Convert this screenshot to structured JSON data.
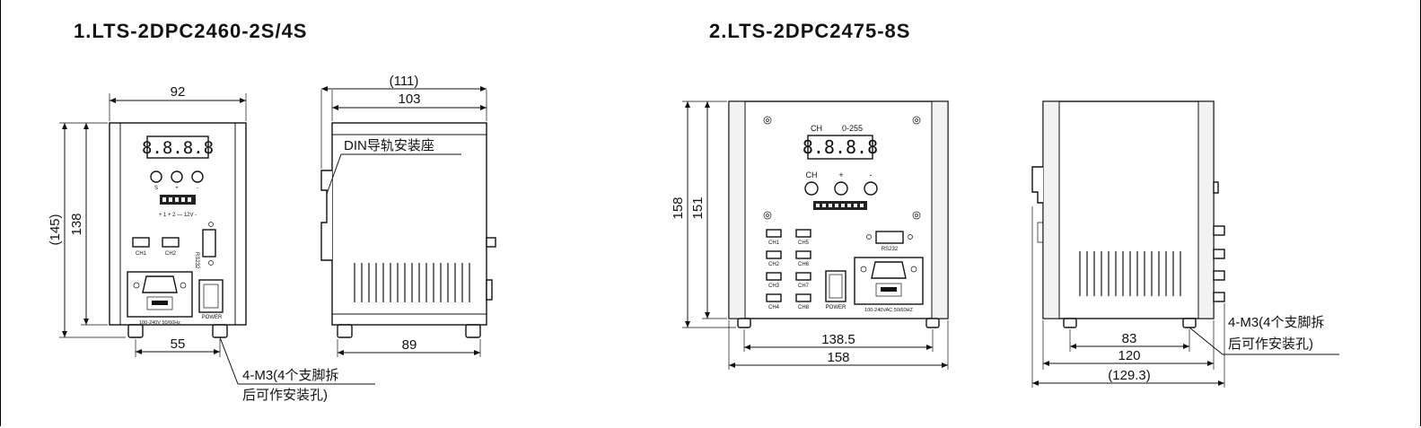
{
  "titles": {
    "model1": "1.LTS-2DPC2460-2S/4S",
    "model2": "2.LTS-2DPC2475-8S"
  },
  "model1_front": {
    "dim_width": "92",
    "dim_height_outer": "(145)",
    "dim_height_inner": "138",
    "dim_feet": "55",
    "display_digits": "8.8.8.8",
    "buttons": [
      "S",
      "+",
      "-"
    ],
    "terminal_label": "+ 1 + 2 — 12V -",
    "connectors": [
      "CH1",
      "CH2"
    ],
    "serial_label": "RS232",
    "power_label": "100-240V 50/60Hz",
    "switch_label": "POWER",
    "note_line1": "4-M3(4个支脚拆",
    "note_line2": "后可作安装孔)"
  },
  "model1_side": {
    "dim_total": "(111)",
    "dim_depth": "103",
    "dim_feet": "89",
    "din_label": "DIN导轨安装座"
  },
  "model2_front": {
    "dim_height_outer": "158",
    "dim_height_inner": "151",
    "dim_feet": "138.5",
    "dim_width": "158",
    "display_labels": [
      "CH",
      "0-255"
    ],
    "display_digits": "8.8.8.8",
    "buttons": [
      "CH",
      "+",
      "-"
    ],
    "connectors": [
      "CH1",
      "CH5",
      "CH2",
      "CH6",
      "CH3",
      "CH7",
      "CH4",
      "CH8"
    ],
    "serial_label": "RS232",
    "switch_label": "POWER",
    "power_label": "100-240VAC  50/60HZ"
  },
  "model2_side": {
    "dim_feet": "83",
    "dim_depth": "120",
    "dim_total": "(129.3)",
    "note_line1": "4-M3(4个支脚拆",
    "note_line2": "后可作安装孔)"
  }
}
